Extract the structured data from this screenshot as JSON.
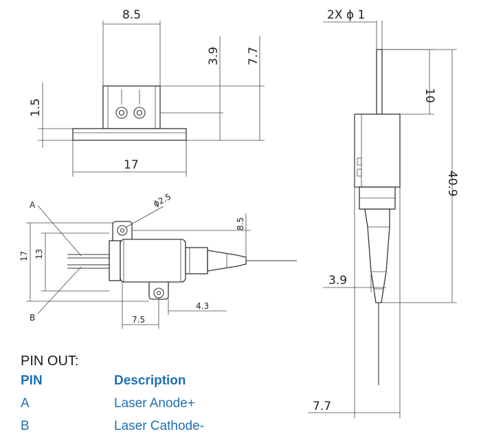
{
  "dimensions": {
    "top_width": "8.5",
    "top_h1": "3.9",
    "top_h2": "7.7",
    "top_base": "1.5",
    "top_length": "17",
    "mid_pinpin": "13",
    "mid_hole": "ϕ2.5",
    "mid_span": "17",
    "mid_offset": "8.5",
    "mid_x1": "7.5",
    "mid_x2": "4.3",
    "side_pins": "2X ϕ 1",
    "side_pinlen": "10",
    "side_total": "40.9",
    "side_ferrule": "3.9",
    "side_width": "7.7"
  },
  "pin_labels": {
    "a": "A",
    "b": "B"
  },
  "pinout": {
    "title": "PIN OUT:",
    "header_pin": "PIN",
    "header_desc": "Description",
    "rows": [
      {
        "pin": "A",
        "desc": "Laser Anode+"
      },
      {
        "pin": "B",
        "desc": "Laser Cathode-"
      }
    ]
  }
}
